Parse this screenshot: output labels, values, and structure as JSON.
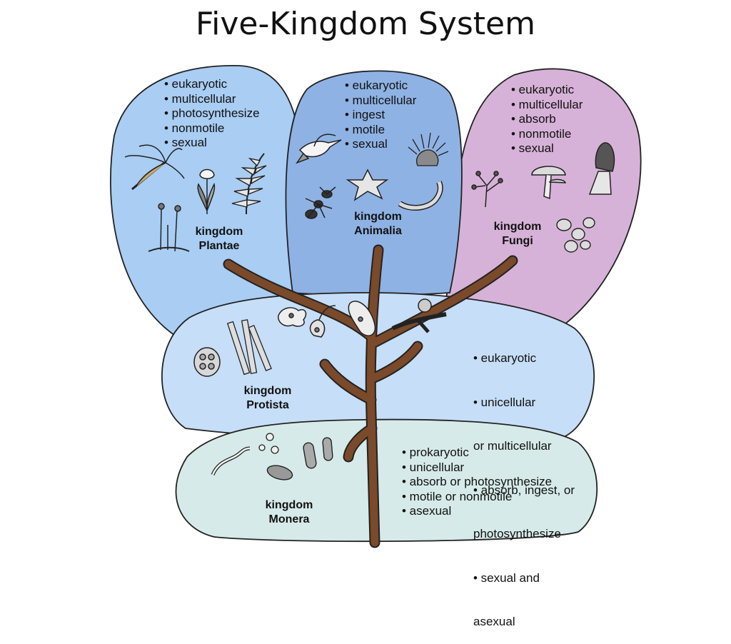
{
  "title": "Five-Kingdom System",
  "colors": {
    "plantae": "#a9cdf3",
    "animalia": "#8fb2e4",
    "fungi": "#d7b2d8",
    "protista": "#c6def7",
    "monera": "#d6ebe9",
    "trunk": "#7a4a2a"
  },
  "kingdoms": {
    "plantae": {
      "label": [
        "kingdom",
        "Plantae"
      ],
      "traits": [
        "• eukaryotic",
        "• multicellular",
        "• photosynthesize",
        "• nonmotile",
        "• sexual"
      ],
      "icons": [
        "moss-plant-icon",
        "tulip-icon",
        "fern-icon",
        "liverwort-icon"
      ]
    },
    "animalia": {
      "label": [
        "kingdom",
        "Animalia"
      ],
      "traits": [
        "• eukaryotic",
        "• multicellular",
        "• ingest",
        "• motile",
        "• sexual"
      ],
      "icons": [
        "hummingbird-icon",
        "sea-anemone-icon",
        "starfish-icon",
        "ant-icon",
        "worm-icon"
      ]
    },
    "fungi": {
      "label": [
        "kingdom",
        "Fungi"
      ],
      "traits": [
        "• eukaryotic",
        "• multicellular",
        "• absorb",
        "• nonmotile",
        "• sexual"
      ],
      "icons": [
        "mold-icon",
        "mushroom-icon",
        "morel-icon",
        "yeast-cells-icon"
      ]
    },
    "protista": {
      "label": [
        "kingdom",
        "Protista"
      ],
      "traits": [
        "• eukaryotic",
        "• unicellular",
        "  or multicellular",
        "• absorb, ingest, or",
        "  photosynthesize",
        "• sexual and",
        "  asexual"
      ],
      "icons": [
        "diatom-icon",
        "algae-filament-icon",
        "amoeba-icon",
        "euglena-icon",
        "paramecium-icon",
        "slime-mold-icon"
      ]
    },
    "monera": {
      "label": [
        "kingdom",
        "Monera"
      ],
      "traits": [
        "• prokaryotic",
        "• unicellular",
        "• absorb or photosynthesize",
        "• motile or nonmotile",
        "• asexual"
      ],
      "icons": [
        "spirillum-icon",
        "coccus-icon",
        "bacillus-icon"
      ]
    }
  }
}
